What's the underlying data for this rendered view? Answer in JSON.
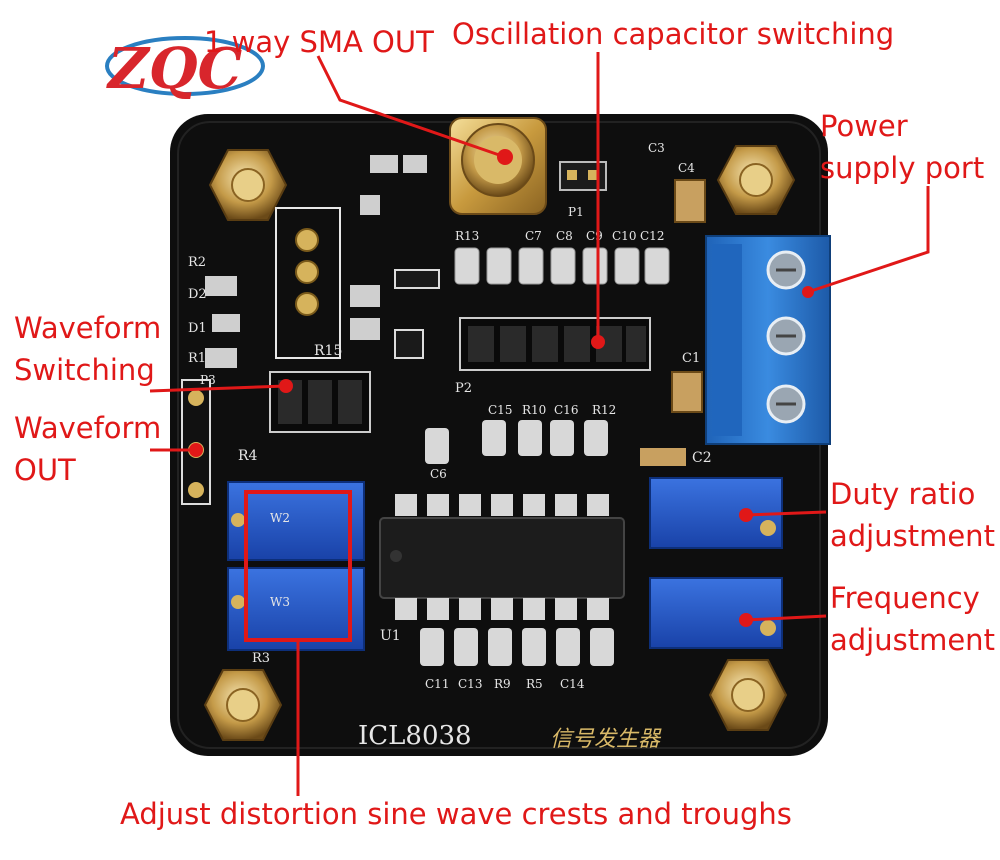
{
  "logo": {
    "text": "ZQC",
    "color_red": "#d8262c",
    "color_blue": "#2a7fc1"
  },
  "labels": {
    "sma_out": "1 way SMA OUT",
    "osc_cap": "Oscillation capacitor switching",
    "power_1": "Power",
    "power_2": "supply port",
    "wave_switch_1": "Waveform",
    "wave_switch_2": "Switching",
    "wave_out_1": "Waveform",
    "wave_out_2": "OUT",
    "duty_1": "Duty ratio",
    "duty_2": "adjustment",
    "freq_1": "Frequency",
    "freq_2": "adjustment",
    "distortion": "Adjust distortion sine wave crests and troughs"
  },
  "board": {
    "chip_label": "ICL8038",
    "chinese_label": "信号发生器",
    "pcb_color": "#111111",
    "terminal_color": "#2b7cd3",
    "pot_color": "#1f57c9",
    "annotation_color": "#e01818"
  },
  "silkscreen": {
    "r15": "R15",
    "p2": "P2",
    "r4": "R4",
    "u1": "U1",
    "c2": "C2",
    "c1": "C1",
    "d1": "D1",
    "d2": "D2",
    "r1": "R1",
    "r2": "R2",
    "r3": "R3",
    "r5": "R5",
    "c13": "C13",
    "c3": "C3",
    "c4": "C4",
    "p1": "P1",
    "p3": "P3",
    "c6": "C6",
    "c7": "C7",
    "c8": "C8",
    "c9": "C9",
    "c10": "C10",
    "c11": "C11",
    "c12": "C12",
    "c14": "C14",
    "c15": "C15",
    "c16": "C16",
    "r10": "R10",
    "r12": "R12",
    "r9": "R9",
    "r13": "R13",
    "w2": "W2",
    "w3": "W3"
  }
}
